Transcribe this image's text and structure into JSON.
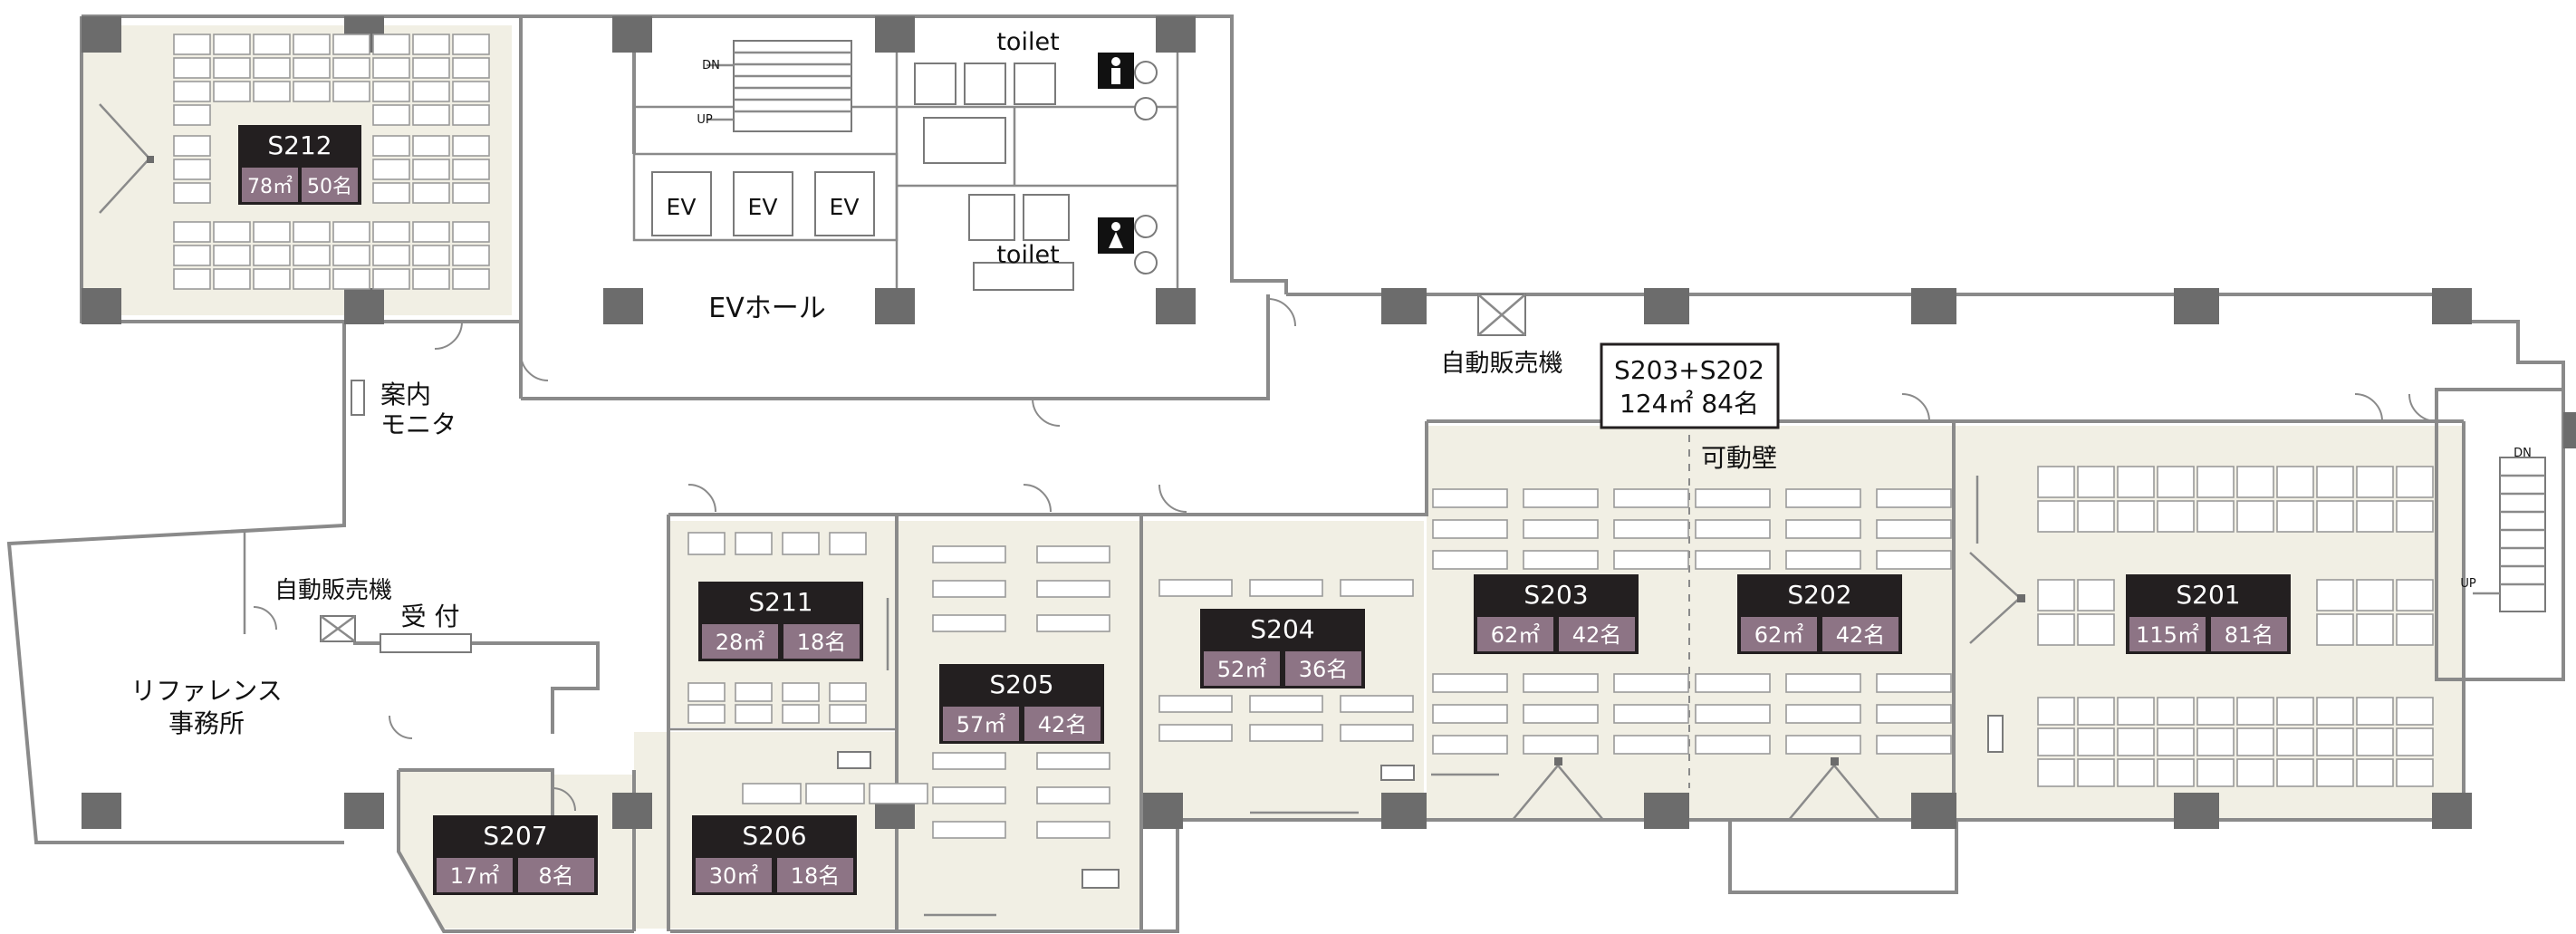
{
  "rooms": [
    {
      "id": "S212",
      "area": "78㎡",
      "capacity": "50名"
    },
    {
      "id": "S211",
      "area": "28㎡",
      "capacity": "18名"
    },
    {
      "id": "S205",
      "area": "57㎡",
      "capacity": "42名"
    },
    {
      "id": "S204",
      "area": "52㎡",
      "capacity": "36名"
    },
    {
      "id": "S203",
      "area": "62㎡",
      "capacity": "42名"
    },
    {
      "id": "S202",
      "area": "62㎡",
      "capacity": "42名"
    },
    {
      "id": "S201",
      "area": "115㎡",
      "capacity": "81名"
    },
    {
      "id": "S207",
      "area": "17㎡",
      "capacity": "8名"
    },
    {
      "id": "S206",
      "area": "30㎡",
      "capacity": "18名"
    }
  ],
  "combined": {
    "title": "S203+S202",
    "detail": "124㎡ 84名"
  },
  "labels": {
    "toilet_upper": "toilet",
    "toilet_lower": "toilet",
    "ev": "EV",
    "ev_hall": "EVホール",
    "vending_right": "自動販売機",
    "vending_left": "自動販売機",
    "monitor_1": "案内",
    "monitor_2": "モニタ",
    "reception": "受 付",
    "reference_1": "リファレンス",
    "reference_2": "事務所",
    "partition": "可動壁",
    "dn_1": "DN",
    "up_1": "UP",
    "dn_2": "DN",
    "up_2": "UP"
  },
  "colors": {
    "label_dark": "#231f20",
    "label_purple": "#8d7485",
    "room_fill": "#f1efe4",
    "wall": "#8a8a8a",
    "column": "#6c6c6c"
  }
}
